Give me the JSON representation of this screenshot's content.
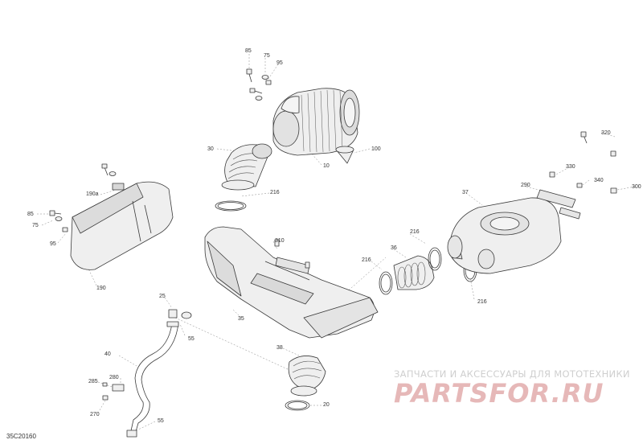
{
  "diagram_ref": "35C20160",
  "watermark": {
    "tagline": "ЗАПЧАСТИ И АКСЕССУАРЫ ДЛЯ МОТОТЕХНИКИ",
    "logo": "PARTSFOR.RU"
  },
  "callouts": [
    "85",
    "75",
    "95",
    "10",
    "100",
    "30",
    "216",
    "190a",
    "85",
    "75",
    "95",
    "190",
    "310",
    "35",
    "216",
    "216",
    "36",
    "216",
    "37",
    "290",
    "330",
    "320",
    "340",
    "300",
    "25",
    "55",
    "40",
    "285",
    "280",
    "270",
    "55",
    "38",
    "20"
  ],
  "colors": {
    "line": "#3a3a3a",
    "fill": "#e9e9e9",
    "watermark_text": "#cfcfcf",
    "watermark_logo": "#e6b8b8"
  }
}
